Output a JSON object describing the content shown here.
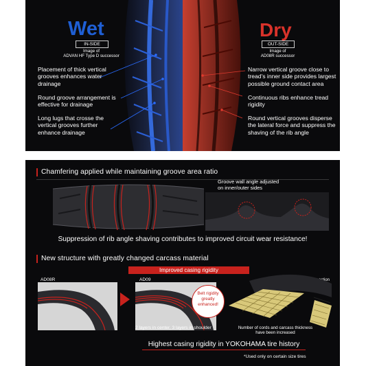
{
  "top": {
    "wet_title": "Wet",
    "dry_title": "Dry",
    "in_side_label": "IN-SIDE",
    "in_side_caption": "Image of\nADVAN HF Type D successor",
    "out_side_label": "OUT-SIDE",
    "out_side_caption": "Image of\nAD08R successor",
    "left_points": [
      "Placement of thick vertical grooves enhances water drainage",
      "Round groove arrangement is effective for drainage",
      "Long lugs that crosse the vertical grooves further enhance drainage"
    ],
    "right_points": [
      "Narrow vertical groove close to tread's inner side provides largest possible ground contact area",
      "Continuous ribs enhance tread rigidity",
      "Round vertical grooves disperse the lateral force and suppress the shaving of the rib angle"
    ],
    "colors": {
      "wet": "#1f5fd4",
      "dry": "#d9322a"
    }
  },
  "bottom": {
    "chamfer_heading": "Chamfering applied while maintaining groove area ratio",
    "groove_wall_caption": "Groove wall angle adjusted\non inner/outer sides",
    "suppression_text": "Suppression of rib angle shaving contributes to improved circuit wear resistance!",
    "structure_heading": "New structure with greatly changed carcass material",
    "improved_rigidity": "Improved casing rigidity",
    "ad08r_label": "AD08R",
    "ad09_label": "AD09",
    "belt_rigidity": "Belt rigidity\ngreatly\nenhanced!",
    "carcass_cross_section": "Carcass cross-section",
    "layers_caption": "2 layers in center, 3 layers in shoulder",
    "cords_caption": "Number of cords and carcass thickness\nhave been increased",
    "highest_rigidity": "Highest casing rigidity in YOKOHAMA tire history",
    "footnote": "*Used only on certain size tires",
    "colors": {
      "accent": "#c8221d",
      "carcass": "#d8c87a"
    }
  }
}
